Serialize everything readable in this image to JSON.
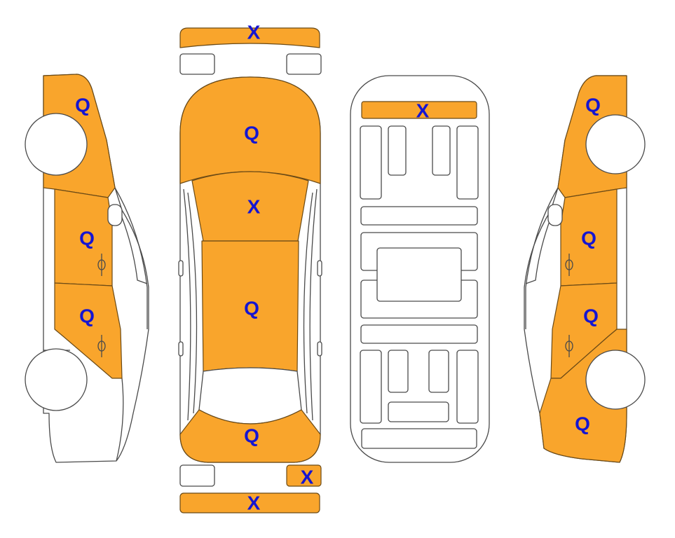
{
  "colors": {
    "marked_fill": "#F9A52C",
    "label_color": "#1515D2",
    "outline": "#4a4a4a",
    "background": "#ffffff"
  },
  "legend_codes": [
    "Q",
    "X"
  ],
  "left_side_view": {
    "front_panel": "Q",
    "front_door": "Q",
    "rear_door": "Q"
  },
  "top_view": {
    "front_bumper": "X",
    "hood": "Q",
    "roof": "X",
    "rear_roof": "Q",
    "trunk_lid": "Q",
    "rear_light_right": "X",
    "rear_bumper": "X"
  },
  "underbody_view": {
    "front_crossmember": "X"
  },
  "right_side_view": {
    "front_panel": "Q",
    "front_door": "Q",
    "rear_door": "Q",
    "rear_panel": "Q"
  }
}
